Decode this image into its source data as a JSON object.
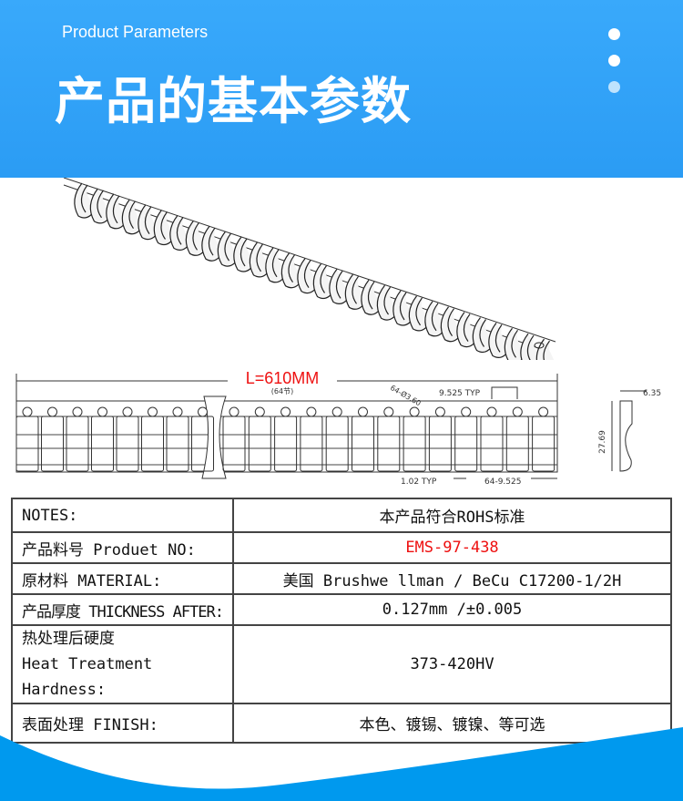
{
  "header": {
    "subtitle": "Product Parameters",
    "title": "产品的基本参数"
  },
  "drawing": {
    "length": "L=610MM",
    "count": "(64节)",
    "hole": "64-Ø3.60",
    "pitch_typ": "9.525 TYP",
    "gap_typ": "1.02 TYP",
    "pitch_total": "64-9.525",
    "width": "6.35",
    "height": "27.69"
  },
  "table": [
    {
      "label": "NOTES:",
      "value": "本产品符合ROHS标准"
    },
    {
      "label": "产品料号 Produet NO:",
      "value": "EMS-97-438",
      "highlight": "#ee1111"
    },
    {
      "label": "原材料 MATERIAL:",
      "value": "美国 Brushwe llman / BeCu C17200-1/2H"
    },
    {
      "label": "产品厚度 THICKNESS AFTER:",
      "value": "0.127mm /±0.005"
    },
    {
      "label": "热处理后硬度",
      "label2": "Heat Treatment Hardness:",
      "value": "373-420HV"
    },
    {
      "label": "表面处理 FINISH:",
      "value": "本色、镀锡、镀镍、等可选"
    }
  ],
  "colors": {
    "header": "#39a9fb",
    "wave": "#0099ee"
  }
}
